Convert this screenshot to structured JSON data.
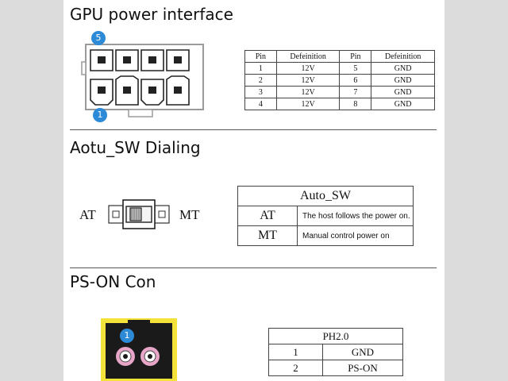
{
  "gpu": {
    "title": "GPU power interface",
    "badge_top": "5",
    "badge_bottom": "1",
    "table": {
      "headers": [
        "Pin",
        "Defeinition",
        "Pin",
        "Defeinition"
      ],
      "rows": [
        [
          "1",
          "12V",
          "5",
          "GND"
        ],
        [
          "2",
          "12V",
          "6",
          "GND"
        ],
        [
          "3",
          "12V",
          "7",
          "GND"
        ],
        [
          "4",
          "12V",
          "8",
          "GND"
        ]
      ]
    }
  },
  "auto_sw": {
    "title": "Aotu_SW Dialing",
    "left_label": "AT",
    "right_label": "MT",
    "table": {
      "header": "Auto_SW",
      "rows": [
        [
          "AT",
          "The host follows the power on."
        ],
        [
          "MT",
          "Manual control power on"
        ]
      ]
    }
  },
  "ps_on": {
    "title": "PS-ON Con",
    "badge": "1",
    "table": {
      "header": "PH2.0",
      "rows": [
        [
          "1",
          "GND"
        ],
        [
          "2",
          "PS-ON"
        ]
      ]
    }
  },
  "colors": {
    "badge": "#2d8ad6",
    "connector_yellow": "#f2e23a",
    "connector_body": "#1a1a1a",
    "pin_pink": "#e7a6c8"
  }
}
